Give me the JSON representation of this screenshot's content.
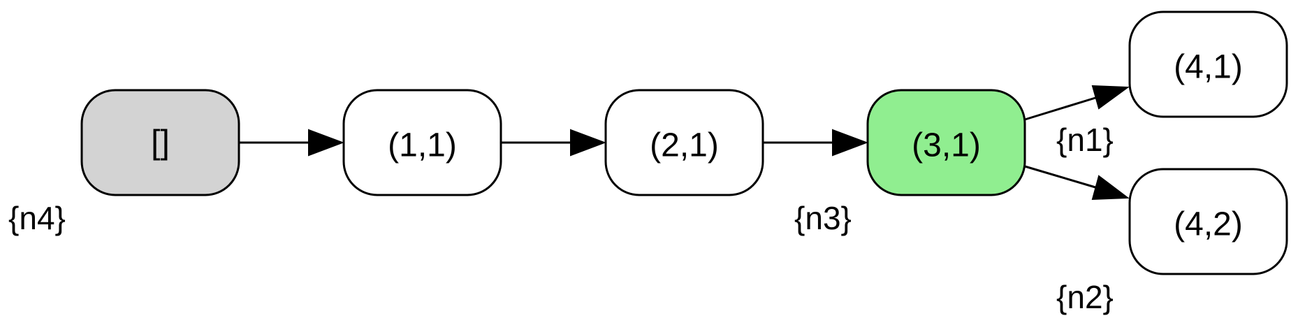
{
  "diagram": {
    "nodes": [
      {
        "id": "root",
        "label": "[]",
        "fill": "#d3d3d3"
      },
      {
        "id": "n11",
        "label": "(1,1)",
        "fill": "#ffffff"
      },
      {
        "id": "n21",
        "label": "(2,1)",
        "fill": "#ffffff"
      },
      {
        "id": "n31",
        "label": "(3,1)",
        "fill": "#90ee90"
      },
      {
        "id": "n41",
        "label": "(4,1)",
        "fill": "#ffffff"
      },
      {
        "id": "n42",
        "label": "(4,2)",
        "fill": "#ffffff"
      }
    ],
    "edges": [
      {
        "from": "root",
        "to": "n11"
      },
      {
        "from": "n11",
        "to": "n21"
      },
      {
        "from": "n21",
        "to": "n31"
      },
      {
        "from": "n31",
        "to": "n41"
      },
      {
        "from": "n31",
        "to": "n42"
      }
    ],
    "side_labels": {
      "root": "{n4}",
      "n31": "{n3}",
      "n41": "{n1}",
      "n42": "{n2}"
    }
  }
}
